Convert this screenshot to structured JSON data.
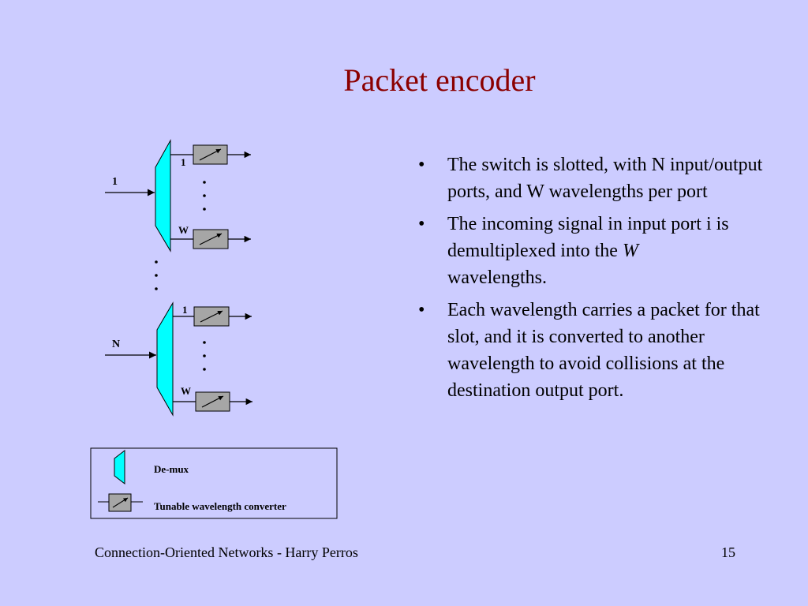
{
  "slide": {
    "title": "Packet encoder",
    "bullets": [
      "The switch is slotted, with N input/output ports, and W wavelengths per port",
      "The incoming signal in input port i is demultiplexed into the ",
      "wavelengths.",
      "Each wavelength carries a packet for that slot, and it is converted to another wavelength to avoid collisions at the destination output port."
    ],
    "bullet2_italic": "W"
  },
  "diagram": {
    "input_top": "1",
    "input_bottom": "N",
    "out_first": "1",
    "out_last": "W",
    "legend": {
      "demux": "De-mux",
      "converter": "Tunable wavelength converter"
    },
    "colors": {
      "demux_fill": "#00ffff",
      "converter_fill": "#a6a6a6"
    }
  },
  "footer": {
    "left": "Connection-Oriented Networks - Harry Perros",
    "page_number": "15"
  }
}
